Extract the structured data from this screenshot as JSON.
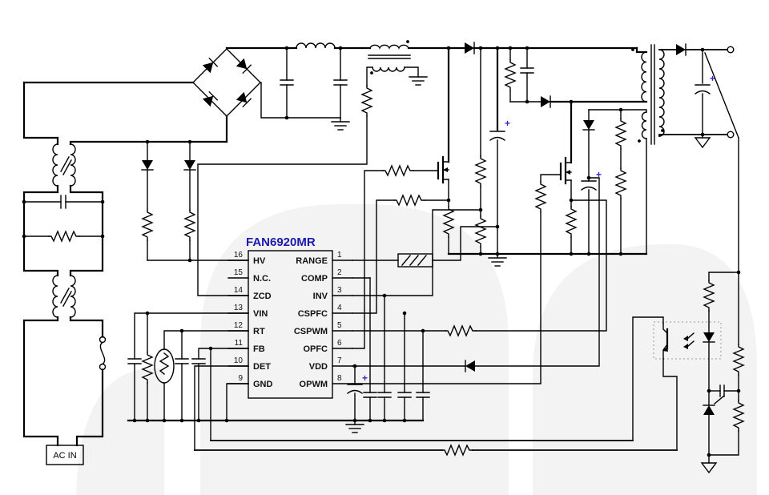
{
  "ic": {
    "title": "FAN6920MR",
    "pins_left": [
      {
        "num": "16",
        "label": "HV"
      },
      {
        "num": "15",
        "label": "N.C."
      },
      {
        "num": "14",
        "label": "ZCD"
      },
      {
        "num": "13",
        "label": "VIN"
      },
      {
        "num": "12",
        "label": "RT"
      },
      {
        "num": "11",
        "label": "FB"
      },
      {
        "num": "10",
        "label": "DET"
      },
      {
        "num": "9",
        "label": "GND"
      }
    ],
    "pins_right": [
      {
        "num": "1",
        "label": "RANGE"
      },
      {
        "num": "2",
        "label": "COMP"
      },
      {
        "num": "3",
        "label": "INV"
      },
      {
        "num": "4",
        "label": "CSPFC"
      },
      {
        "num": "5",
        "label": "CSPWM"
      },
      {
        "num": "6",
        "label": "OPFC"
      },
      {
        "num": "7",
        "label": "VDD"
      },
      {
        "num": "8",
        "label": "OPWM"
      }
    ]
  },
  "labels": {
    "ac_in": "AC IN",
    "plus": "+"
  },
  "colors": {
    "ic_title": "#1b18ad",
    "polarity_plus": "#2a2ad0",
    "wire": "#000000",
    "background": "#ffffff",
    "watermark": "#f3f3f4"
  }
}
